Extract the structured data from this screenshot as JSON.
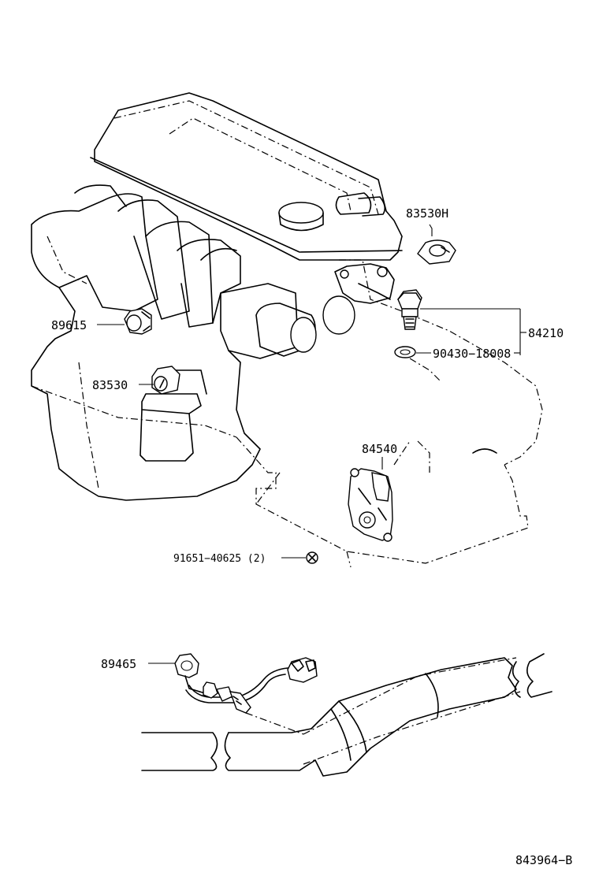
{
  "diagram": {
    "labels": {
      "p83530H": "83530H",
      "p84210": "84210",
      "p90430": "90430−18008",
      "p89615": "89615",
      "p83530": "83530",
      "p84540": "84540",
      "p91651": "91651−40625 (2)",
      "p89465": "89465",
      "ref": "843964−B"
    }
  }
}
